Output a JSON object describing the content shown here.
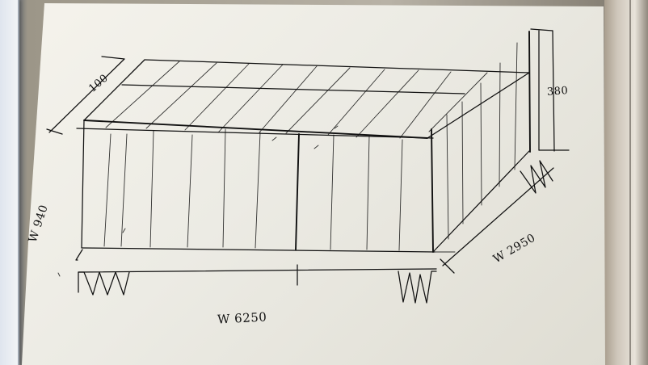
{
  "photo": {
    "subject": "hand-drawn-perspective-frame-sketch",
    "background_colors": {
      "paper": "#ecebe4",
      "table": "#8f887d",
      "left_sheet": "#f3f5f7",
      "pencil": "#101010"
    }
  },
  "dimensions": {
    "top_depth": "100",
    "height": "380",
    "left_depth": "W 940",
    "right_depth": "W 2950",
    "width": "W 6250"
  }
}
